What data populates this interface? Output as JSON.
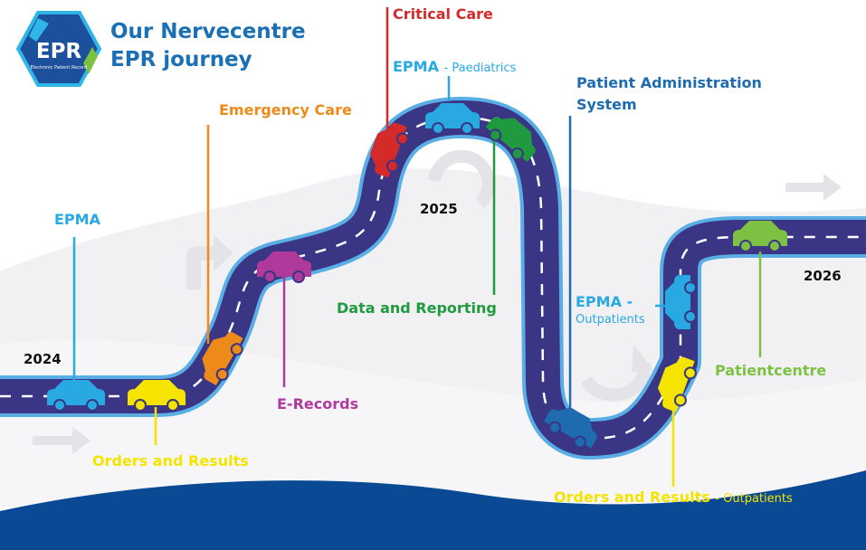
{
  "header": {
    "title_line1": "Our Nervecentre",
    "title_line2": "EPR journey",
    "logo_text": "EPR",
    "logo_subtext": "Electronic Patient Record"
  },
  "years": [
    "2024",
    "2025",
    "2026"
  ],
  "milestones": {
    "epma": "EPMA",
    "orders_results": "Orders and Results",
    "emergency_care": "Emergency Care",
    "e_records": "E-Records",
    "critical_care": "Critical Care",
    "epma_paeds": "EPMA",
    "epma_paeds_sub": "- Paediatrics",
    "data_reporting": "Data and Reporting",
    "pas_line1": "Patient Administration",
    "pas_line2": "System",
    "epma_outpatients": "EPMA",
    "epma_outpatients_dash": " -",
    "epma_outpatients_sub": "Outpatients",
    "orders_results_op": "Orders and Results",
    "orders_results_op_sub": "- Outpatients",
    "patientcentre": "Patientcentre"
  },
  "colors": {
    "road": "#3a3585",
    "road_border": "#5aaee6",
    "title": "#1b6fb5",
    "wave": "#0a4a94",
    "cyan": "#29a9e1",
    "yellow": "#f4e400",
    "orange": "#ee8a1a",
    "magenta": "#b03a9c",
    "red": "#d42a2a",
    "green": "#1f9a3f",
    "blue": "#1f6bb0",
    "lime": "#7cc142"
  }
}
